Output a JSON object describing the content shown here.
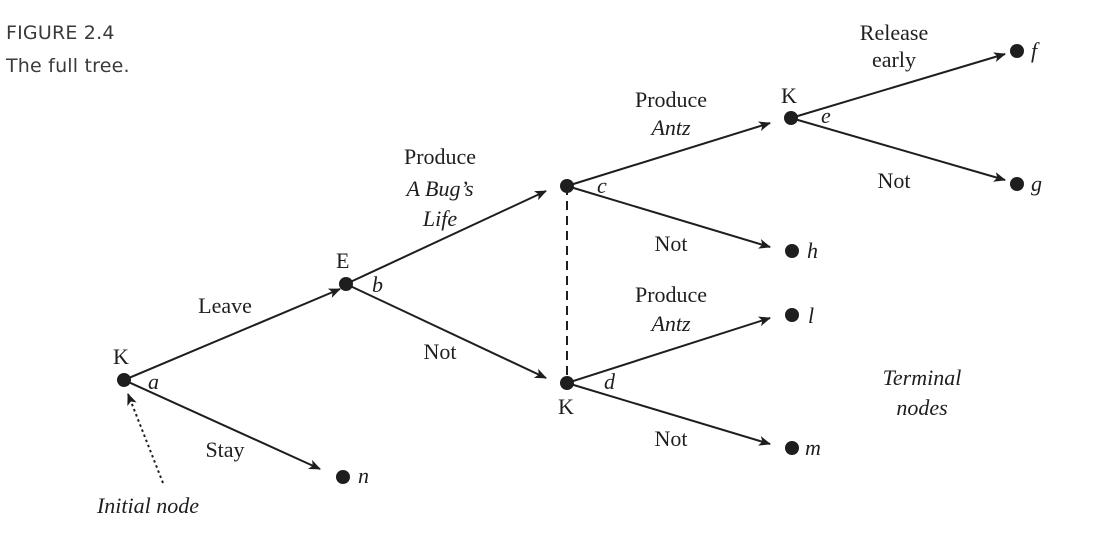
{
  "figure": {
    "label": "FIGURE 2.4",
    "caption": "The full tree."
  },
  "tree": {
    "players": {
      "a": "K",
      "b": "E",
      "c": "",
      "d": "K",
      "e": "K"
    },
    "node_names": {
      "a": "a",
      "b": "b",
      "c": "c",
      "d": "d",
      "e": "e"
    },
    "terminal_names": {
      "n": "n",
      "h": "h",
      "l": "l",
      "m": "m",
      "f": "f",
      "g": "g"
    },
    "edges": {
      "leave": [
        "Leave"
      ],
      "stay": [
        "Stay"
      ],
      "produce_bug": [
        "Produce",
        "A Bug’s",
        "Life"
      ],
      "not_b": [
        "Not"
      ],
      "produce_antz_c": [
        "Produce",
        "Antz"
      ],
      "not_c": [
        "Not"
      ],
      "produce_antz_d": [
        "Produce",
        "Antz"
      ],
      "not_d": [
        "Not"
      ],
      "release_early": [
        "Release",
        "early"
      ],
      "not_e": [
        "Not"
      ]
    },
    "annotations": {
      "initial_node": "Initial node",
      "terminal_nodes": [
        "Terminal",
        "nodes"
      ]
    }
  }
}
